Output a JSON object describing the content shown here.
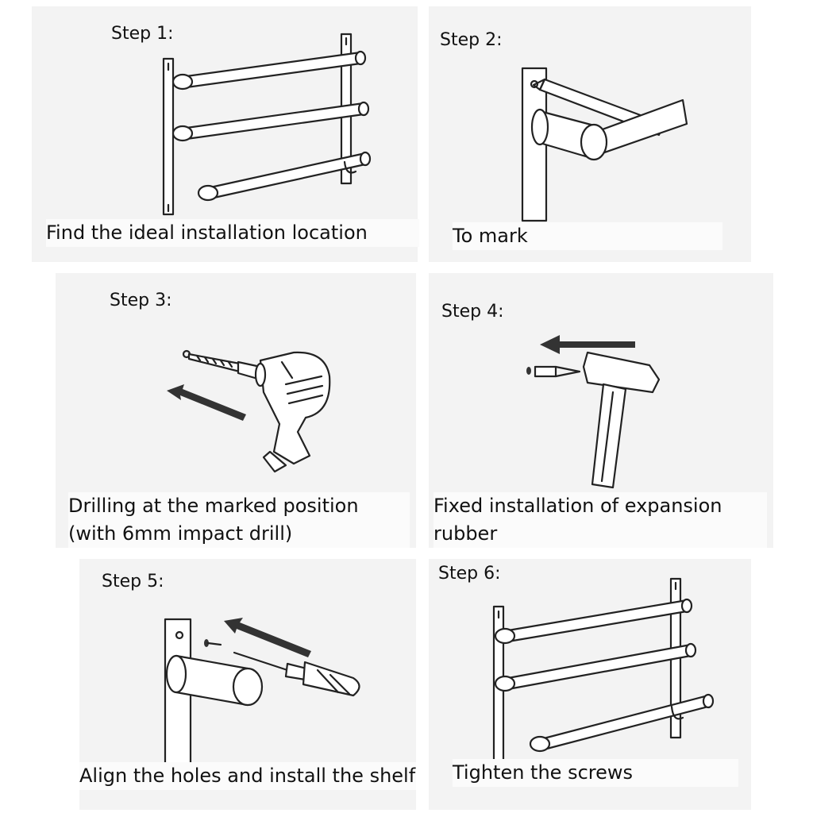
{
  "steps": [
    {
      "label": "Step 1:",
      "caption": "Find the ideal installation location"
    },
    {
      "label": "Step 2:",
      "caption": "To mark"
    },
    {
      "label": "Step 3:",
      "caption": "Drilling at the marked position (with 6mm impact drill)"
    },
    {
      "label": "Step 4:",
      "caption": "Fixed installation of expansion rubber"
    },
    {
      "label": "Step 5:",
      "caption": "Align the holes and install the shelf"
    },
    {
      "label": "Step 6:",
      "caption": "Tighten the screws"
    }
  ]
}
